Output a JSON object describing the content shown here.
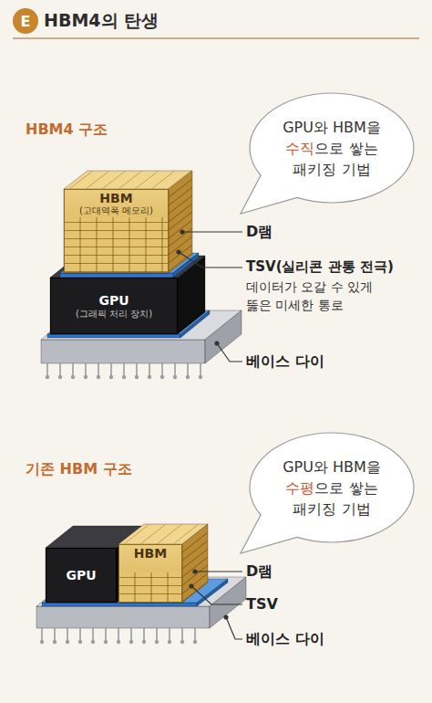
{
  "diagram": {
    "title": "HBM4의 탄생",
    "nodes": [
      {
        "text": [
          "E"
        ]
      },
      {
        "text": [
          "GPU와 HBM을 수직으로 쌓는 패키징 기법"
        ]
      },
      {
        "text": [
          "HBM",
          "(고대역폭 메모리)"
        ]
      },
      {
        "text": [
          "GPU",
          "(그래픽 처리 장치)"
        ]
      },
      {
        "text": [
          "GPU와 HBM을 수평으로 쌓는 패키징 기법"
        ]
      },
      {
        "text": [
          "GPU"
        ]
      },
      {
        "text": [
          "HBM"
        ]
      }
    ],
    "labels": [
      "HBM4 구조",
      "D램",
      "TSV(실리콘 관통 전극)",
      "데이터가 오갈 수 있게 뚫은 미세한 통로",
      "베이스 다이",
      "기존 HBM 구조",
      "D램",
      "TSV",
      "베이스 다이"
    ]
  }
}
